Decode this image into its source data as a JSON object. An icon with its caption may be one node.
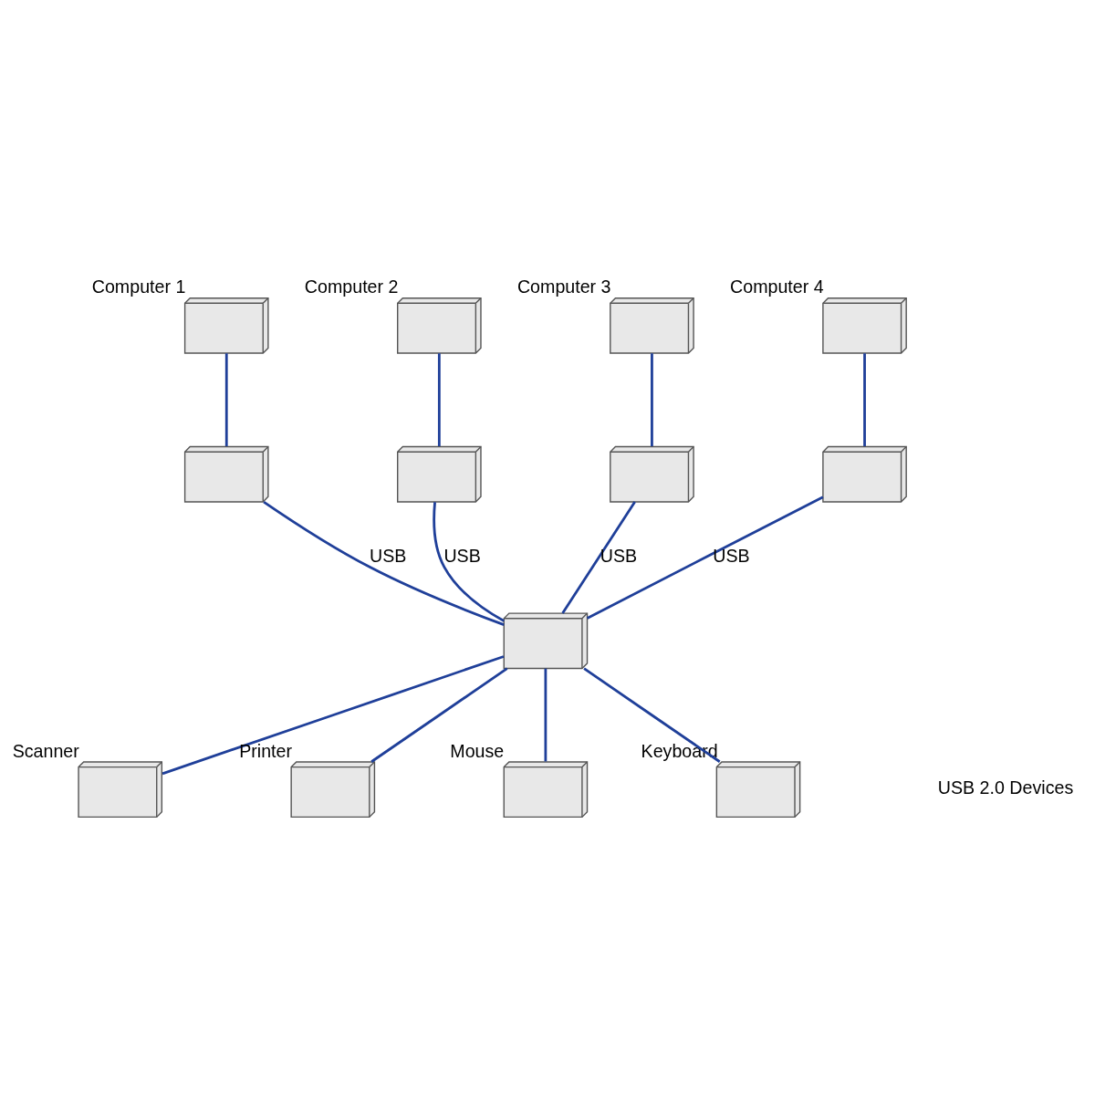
{
  "diagram": {
    "nodes": [
      {
        "text": [],
        "shape": "picture",
        "beside": [
          "Computer 1"
        ]
      },
      {
        "text": [],
        "shape": "picture"
      },
      {
        "text": [],
        "shape": "picture",
        "beside": [
          "Computer 2"
        ]
      },
      {
        "text": [],
        "shape": "picture"
      },
      {
        "text": [],
        "shape": "picture"
      },
      {
        "text": [],
        "shape": "picture",
        "beside": [
          "Computer 3"
        ]
      },
      {
        "text": [],
        "shape": "picture"
      },
      {
        "text": [],
        "shape": "picture",
        "beside": [
          "Computer 4"
        ]
      },
      {
        "text": [],
        "shape": "picture"
      },
      {
        "text": [],
        "shape": "picture",
        "beside": [
          "Scanner"
        ]
      },
      {
        "text": [],
        "shape": "picture",
        "beside": [
          "Printer"
        ]
      },
      {
        "text": [],
        "shape": "picture",
        "beside": [
          "Mouse"
        ]
      },
      {
        "text": [],
        "shape": "picture",
        "beside": [
          "Keyboard"
        ]
      }
    ],
    "edges": [
      {
        "from": 1,
        "to": 0,
        "arrow": "none"
      },
      {
        "from": 3,
        "to": 2,
        "arrow": "none"
      },
      {
        "from": 4,
        "to": 5,
        "arrow": "none"
      },
      {
        "from": 6,
        "to": 7,
        "arrow": "none"
      },
      {
        "from": 1,
        "to": 8,
        "arrow": "none",
        "label": "USB"
      },
      {
        "from": 3,
        "to": 8,
        "arrow": "none",
        "label": "USB"
      },
      {
        "from": 4,
        "to": 8,
        "arrow": "none",
        "label": "USB"
      },
      {
        "from": 6,
        "to": 8,
        "arrow": "none",
        "label": "USB"
      },
      {
        "from": 8,
        "to": 9,
        "arrow": "none"
      },
      {
        "from": 8,
        "to": 10,
        "arrow": "none"
      },
      {
        "from": 8,
        "to": 11,
        "arrow": "none"
      },
      {
        "from": 8,
        "to": 12,
        "arrow": "none"
      }
    ],
    "labels": [
      "USB 2.0 Devices"
    ]
  }
}
